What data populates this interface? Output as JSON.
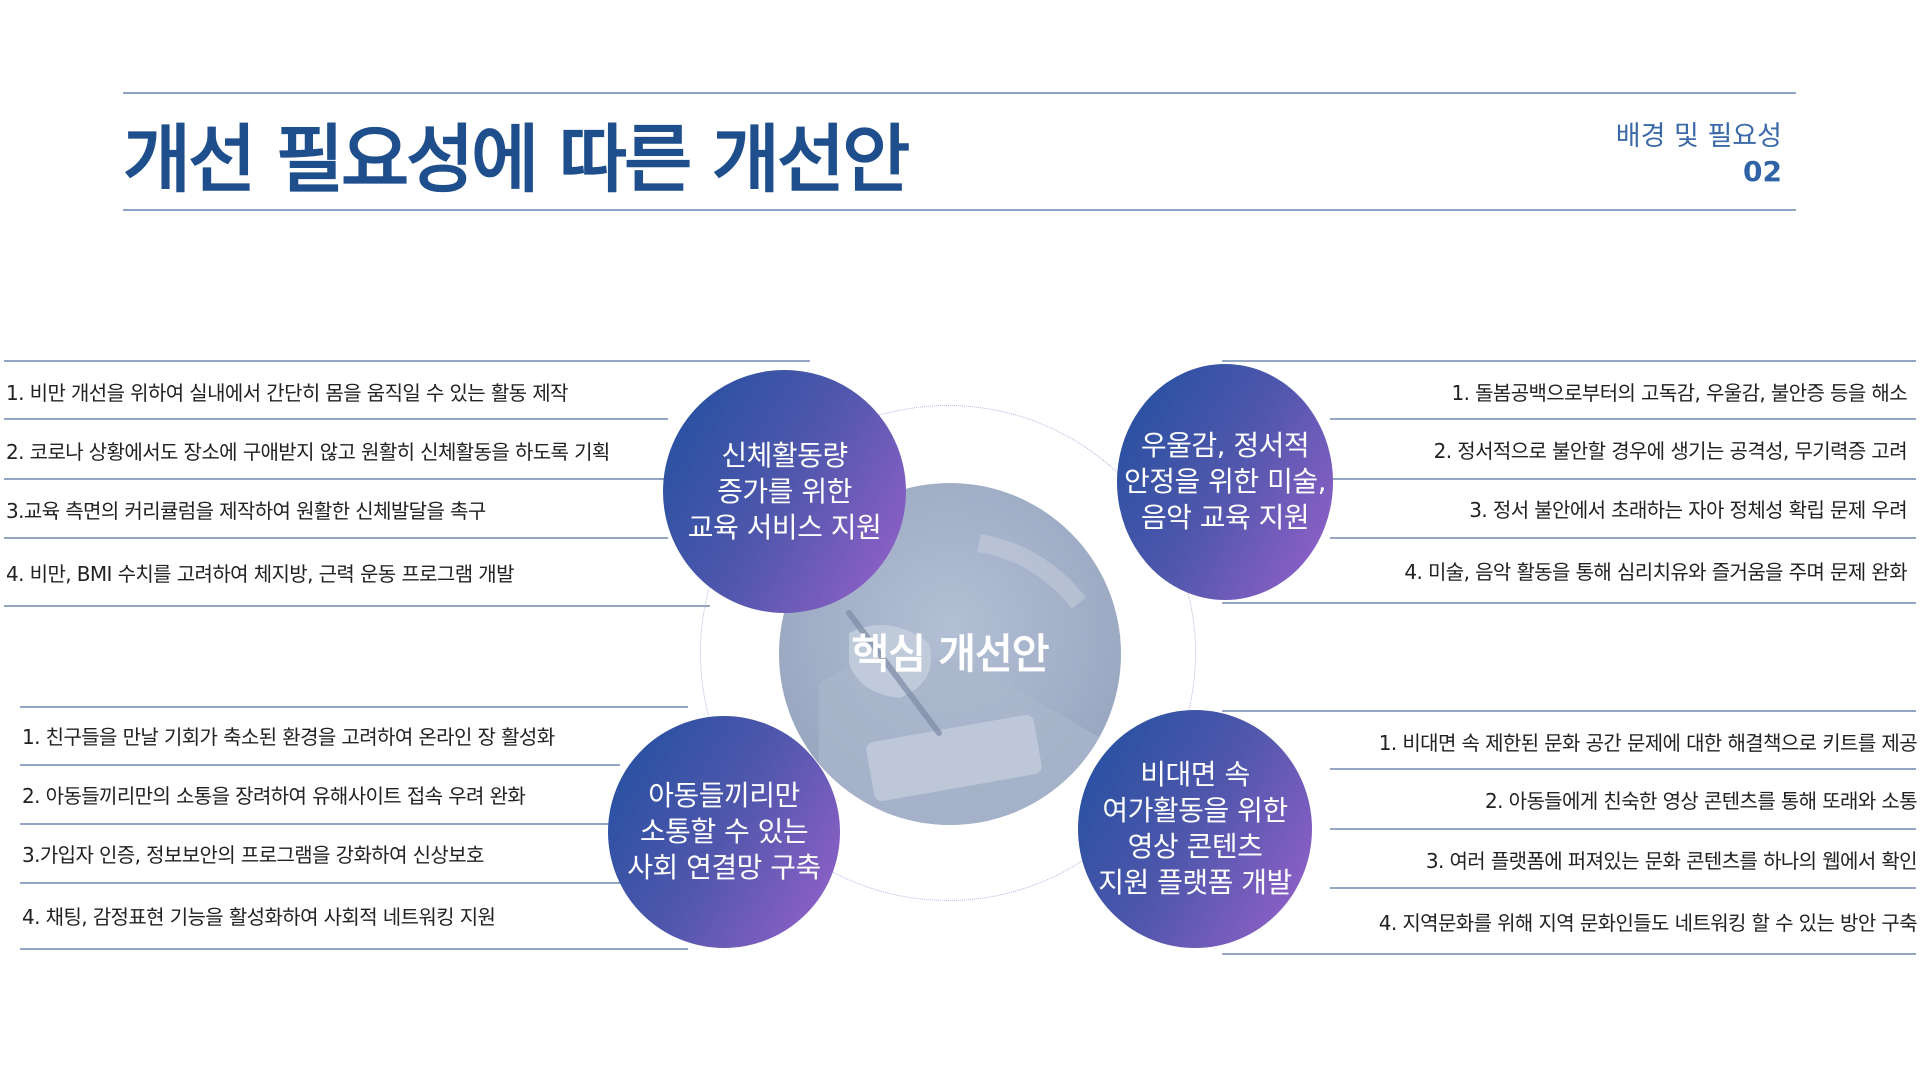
{
  "header": {
    "title": "개선 필요성에 따른 개선안",
    "section": "배경 및 필요성",
    "page_number": "02"
  },
  "center": {
    "label": "핵심 개선안"
  },
  "topics": [
    {
      "title_lines": [
        "신체활동량",
        "증가를 위한",
        "교육 서비스 지원"
      ],
      "items": [
        "1. 비만 개선을 위하여 실내에서 간단히 몸을 움직일 수 있는 활동 제작",
        "2. 코로나 상황에서도 장소에 구애받지 않고 원활히 신체활동을 하도록 기획",
        "3.교육 측면의 커리큘럼을 제작하여 원활한 신체발달을 촉구",
        "4. 비만, BMI 수치를 고려하여 체지방, 근력 운동 프로그램 개발"
      ]
    },
    {
      "title_lines": [
        "우울감, 정서적",
        "안정을 위한 미술,",
        "음악 교육 지원"
      ],
      "items": [
        "1. 돌봄공백으로부터의 고독감, 우울감, 불안증 등을 해소",
        "2. 정서적으로 불안할 경우에 생기는 공격성, 무기력증 고려",
        "3. 정서 불안에서 초래하는 자아 정체성 확립 문제 우려",
        "4. 미술, 음악 활동을 통해 심리치유와 즐거움을 주며 문제 완화"
      ]
    },
    {
      "title_lines": [
        "아동들끼리만",
        "소통할 수 있는",
        "사회 연결망 구축"
      ],
      "items": [
        "1. 친구들을 만날 기회가 축소된 환경을 고려하여 온라인 장 활성화",
        "2. 아동들끼리만의 소통을 장려하여 유해사이트 접속 우려 완화",
        "3.가입자 인증, 정보보안의 프로그램을 강화하여 신상보호",
        "4. 채팅, 감정표현 기능을 활성화하여 사회적 네트워킹 지원"
      ]
    },
    {
      "title_lines": [
        "비대면 속",
        "여가활동을 위한",
        "영상 콘텐츠",
        "지원 플랫폼 개발"
      ],
      "items": [
        "1. 비대면 속 제한된 문화 공간 문제에 대한 해결책으로 키트를 제공",
        "2. 아동들에게 친숙한 영상 콘텐츠를 통해 또래와 소통",
        "3. 여러 플랫폼에 퍼져있는 문화 콘텐츠를 하나의 웹에서 확인",
        "4. 지역문화를 위해 지역 문화인들도 네트워킹 할 수 있는 방안 구축"
      ]
    }
  ]
}
